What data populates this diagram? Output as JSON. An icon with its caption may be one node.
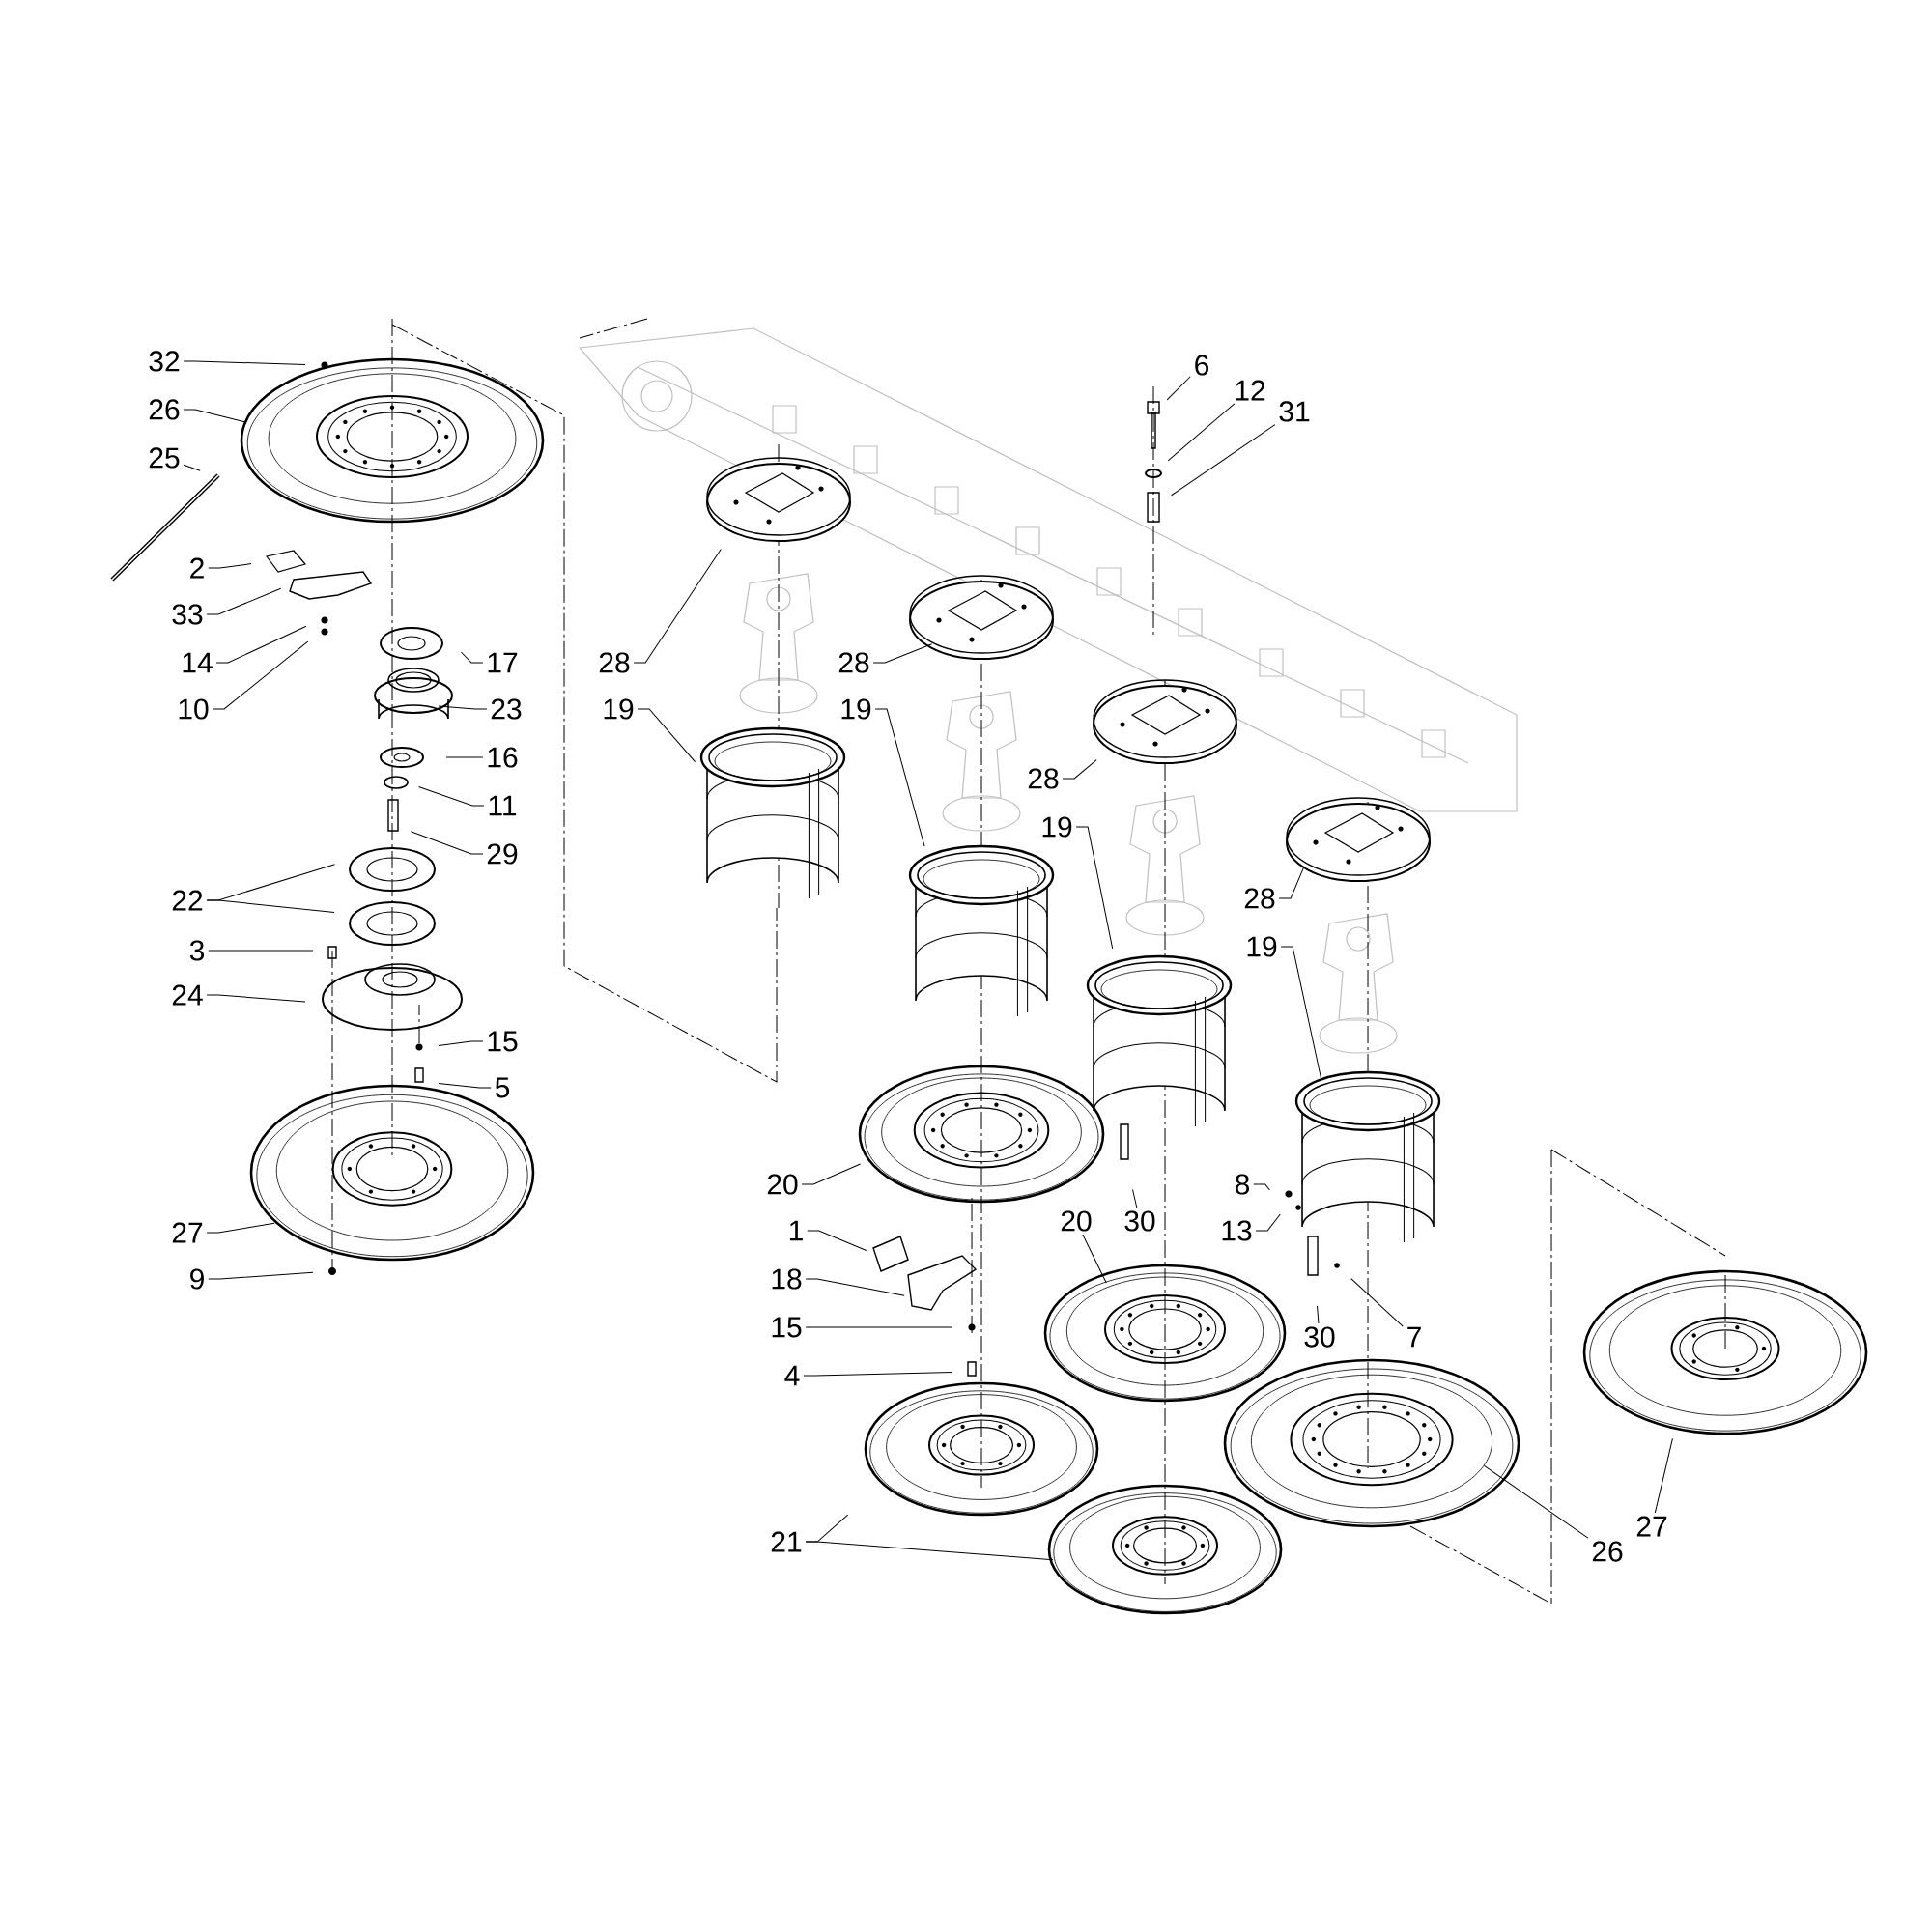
{
  "diagram": {
    "nodes": [
      {
        "text": [
          "32"
        ]
      },
      {
        "text": [
          "26"
        ]
      },
      {
        "text": [
          "25"
        ]
      },
      {
        "text": [
          "2"
        ]
      },
      {
        "text": [
          "33"
        ]
      },
      {
        "text": [
          "14"
        ]
      },
      {
        "text": [
          "10"
        ]
      },
      {
        "text": [
          "17"
        ]
      },
      {
        "text": [
          "23"
        ]
      },
      {
        "text": [
          "16"
        ]
      },
      {
        "text": [
          "11"
        ]
      },
      {
        "text": [
          "29"
        ]
      },
      {
        "text": [
          "22"
        ]
      },
      {
        "text": [
          "3"
        ]
      },
      {
        "text": [
          "24"
        ]
      },
      {
        "text": [
          "15"
        ]
      },
      {
        "text": [
          "5"
        ]
      },
      {
        "text": [
          "27"
        ]
      },
      {
        "text": [
          "9"
        ]
      },
      {
        "text": [
          "6"
        ]
      },
      {
        "text": [
          "12"
        ]
      },
      {
        "text": [
          "31"
        ]
      },
      {
        "text": [
          "28"
        ]
      },
      {
        "text": [
          "19"
        ]
      },
      {
        "text": [
          "28"
        ]
      },
      {
        "text": [
          "19"
        ]
      },
      {
        "text": [
          "28"
        ]
      },
      {
        "text": [
          "19"
        ]
      },
      {
        "text": [
          "28"
        ]
      },
      {
        "text": [
          "19"
        ]
      },
      {
        "text": [
          "20"
        ]
      },
      {
        "text": [
          "1"
        ]
      },
      {
        "text": [
          "18"
        ]
      },
      {
        "text": [
          "15"
        ]
      },
      {
        "text": [
          "4"
        ]
      },
      {
        "text": [
          "20"
        ]
      },
      {
        "text": [
          "30"
        ]
      },
      {
        "text": [
          "8"
        ]
      },
      {
        "text": [
          "13"
        ]
      },
      {
        "text": [
          "30"
        ]
      },
      {
        "text": [
          "7"
        ]
      },
      {
        "text": [
          "21"
        ]
      },
      {
        "text": [
          "26"
        ]
      },
      {
        "text": [
          "27"
        ]
      }
    ],
    "edges": [
      {
        "from": 0,
        "to": null,
        "arrow": "none"
      },
      {
        "from": 1,
        "to": null,
        "arrow": "none"
      },
      {
        "from": 2,
        "to": null,
        "arrow": "none"
      },
      {
        "from": 3,
        "to": null,
        "arrow": "none"
      },
      {
        "from": 4,
        "to": null,
        "arrow": "none"
      },
      {
        "from": 5,
        "to": null,
        "arrow": "none"
      },
      {
        "from": 6,
        "to": null,
        "arrow": "none"
      },
      {
        "from": 7,
        "to": null,
        "arrow": "none"
      },
      {
        "from": 8,
        "to": null,
        "arrow": "none"
      },
      {
        "from": 9,
        "to": null,
        "arrow": "none"
      },
      {
        "from": 10,
        "to": null,
        "arrow": "none"
      },
      {
        "from": 11,
        "to": null,
        "arrow": "none"
      },
      {
        "from": 12,
        "to": null,
        "arrow": "none"
      },
      {
        "from": 12,
        "to": null,
        "arrow": "none"
      },
      {
        "from": 13,
        "to": null,
        "arrow": "none"
      },
      {
        "from": 14,
        "to": null,
        "arrow": "none"
      },
      {
        "from": 15,
        "to": null,
        "arrow": "none"
      },
      {
        "from": 16,
        "to": null,
        "arrow": "none"
      },
      {
        "from": 17,
        "to": null,
        "arrow": "none"
      },
      {
        "from": 18,
        "to": null,
        "arrow": "none"
      },
      {
        "from": 19,
        "to": null,
        "arrow": "none"
      },
      {
        "from": 20,
        "to": null,
        "arrow": "none"
      },
      {
        "from": 21,
        "to": null,
        "arrow": "none"
      },
      {
        "from": 22,
        "to": null,
        "arrow": "none"
      },
      {
        "from": 23,
        "to": null,
        "arrow": "none"
      },
      {
        "from": 24,
        "to": null,
        "arrow": "none"
      },
      {
        "from": 25,
        "to": null,
        "arrow": "none"
      },
      {
        "from": 26,
        "to": null,
        "arrow": "none"
      },
      {
        "from": 27,
        "to": null,
        "arrow": "none"
      },
      {
        "from": 28,
        "to": null,
        "arrow": "none"
      },
      {
        "from": 29,
        "to": null,
        "arrow": "none"
      },
      {
        "from": 30,
        "to": null,
        "arrow": "none"
      },
      {
        "from": 31,
        "to": null,
        "arrow": "none"
      },
      {
        "from": 32,
        "to": null,
        "arrow": "none"
      },
      {
        "from": 33,
        "to": null,
        "arrow": "none"
      },
      {
        "from": 34,
        "to": null,
        "arrow": "none"
      },
      {
        "from": 35,
        "to": null,
        "arrow": "none"
      },
      {
        "from": 36,
        "to": null,
        "arrow": "none"
      },
      {
        "from": 37,
        "to": null,
        "arrow": "none"
      },
      {
        "from": 38,
        "to": null,
        "arrow": "none"
      },
      {
        "from": 39,
        "to": null,
        "arrow": "none"
      },
      {
        "from": 40,
        "to": null,
        "arrow": "none"
      },
      {
        "from": 41,
        "to": null,
        "arrow": "none"
      },
      {
        "from": 41,
        "to": null,
        "arrow": "none"
      },
      {
        "from": 42,
        "to": null,
        "arrow": "none"
      },
      {
        "from": 43,
        "to": null,
        "arrow": "none"
      }
    ]
  }
}
